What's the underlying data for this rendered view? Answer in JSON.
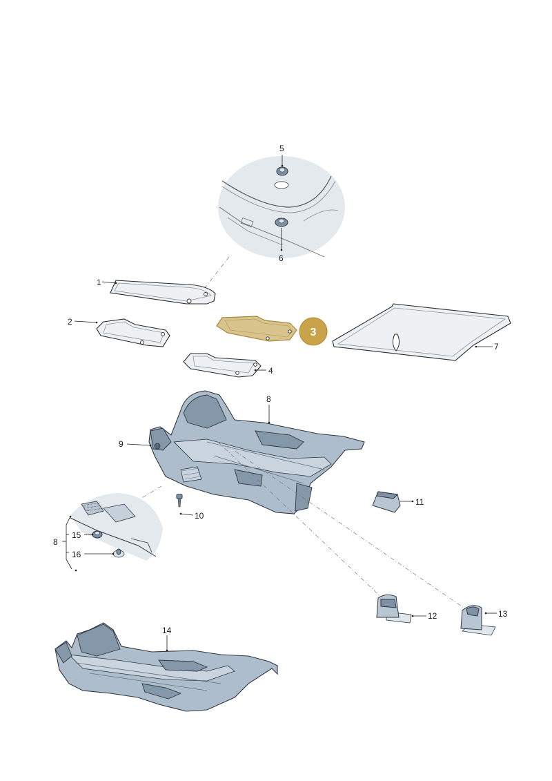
{
  "callouts": {
    "c1": "1",
    "c2": "2",
    "c4": "4",
    "c5": "5",
    "c6": "6",
    "c7": "7",
    "c8a": "8",
    "c8b": "8",
    "c9": "9",
    "c10": "10",
    "c11": "11",
    "c12": "12",
    "c13": "13",
    "c14": "14",
    "c15": "15",
    "c16": "16"
  },
  "highlight": {
    "number": "3",
    "color": "#c9a24a"
  },
  "colors": {
    "carpet": "#aebdcb",
    "mat": "#eef1f4",
    "line": "#1a1a1a"
  }
}
